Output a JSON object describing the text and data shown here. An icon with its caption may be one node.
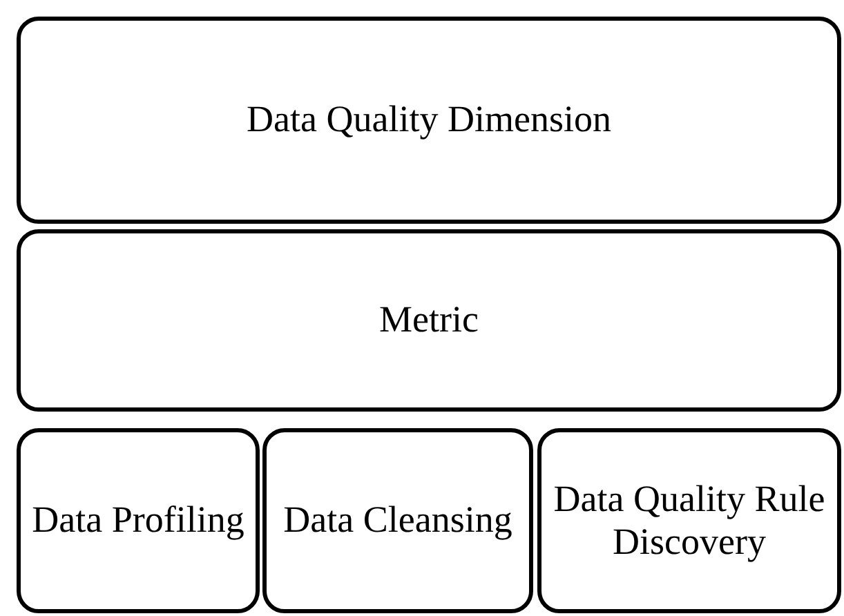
{
  "diagram": {
    "nodes": [
      {
        "text": [
          "Data Quality Dimension"
        ]
      },
      {
        "text": [
          "Metric"
        ]
      },
      {
        "text": [
          "Data Profiling"
        ]
      },
      {
        "text": [
          "Data Cleansing"
        ]
      },
      {
        "text": [
          "Data Quality Rule Discovery"
        ]
      }
    ]
  }
}
